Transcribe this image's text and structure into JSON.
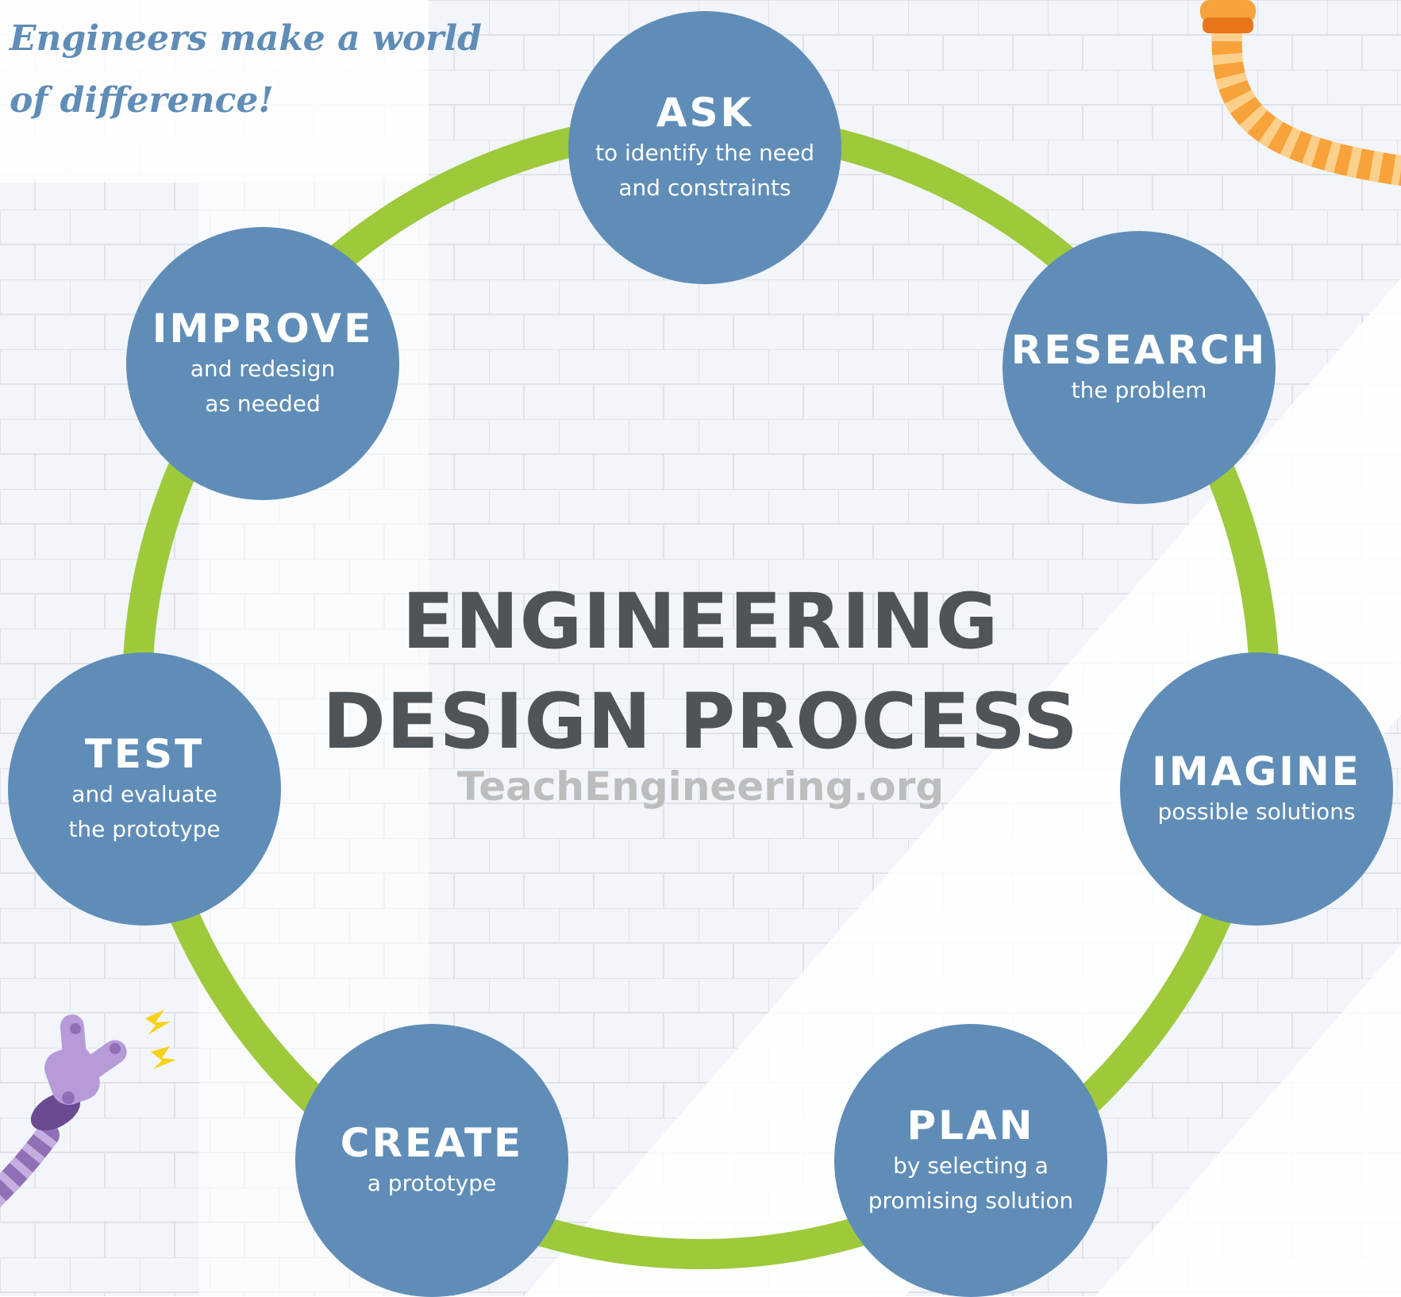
{
  "tagline": "Engineers make a world of difference!",
  "title": {
    "line1": "ENGINEERING",
    "line2": "DESIGN PROCESS"
  },
  "site": "TeachEngineering.org",
  "steps": [
    {
      "title": "ASK",
      "desc": "to identify the need\nand constraints"
    },
    {
      "title": "RESEARCH",
      "desc": "the problem"
    },
    {
      "title": "IMAGINE",
      "desc": "possible solutions"
    },
    {
      "title": "PLAN",
      "desc": "by selecting a\npromising solution"
    },
    {
      "title": "CREATE",
      "desc": "a prototype"
    },
    {
      "title": "TEST",
      "desc": "and evaluate\nthe prototype"
    },
    {
      "title": "IMPROVE",
      "desc": "and redesign\nas needed"
    }
  ],
  "colors": {
    "circle": "#5f8db7",
    "ring": "#9dc93b",
    "title_text": "#4f5458",
    "site_text": "#bdbdbd",
    "tagline": "#5f8db7",
    "background_panel": "#f2f5f9",
    "grid_line": "#dfe3e8"
  },
  "icons": {
    "top_right": "orange-striped-cable-icon",
    "bottom_left": "purple-electric-plug-icon",
    "sparks": "yellow-lightning-sparks-icon"
  }
}
